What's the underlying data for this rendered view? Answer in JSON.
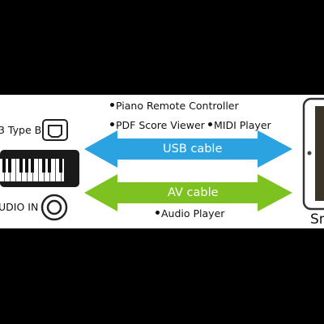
{
  "usb_port_label": "3 Type B",
  "audio_port_label": "UDIO IN",
  "features_top": [
    "Piano Remote Controller",
    "PDF Score Viewer",
    "MIDI Player"
  ],
  "feature_bottom": "Audio Player",
  "connections": [
    {
      "label": "USB cable",
      "color": "#2aa3e0"
    },
    {
      "label": "AV cable",
      "color": "#7dc221"
    }
  ],
  "device_label": "Sm",
  "colors": {
    "background": "#000000",
    "panel": "#ffffff",
    "text": "#111111"
  }
}
